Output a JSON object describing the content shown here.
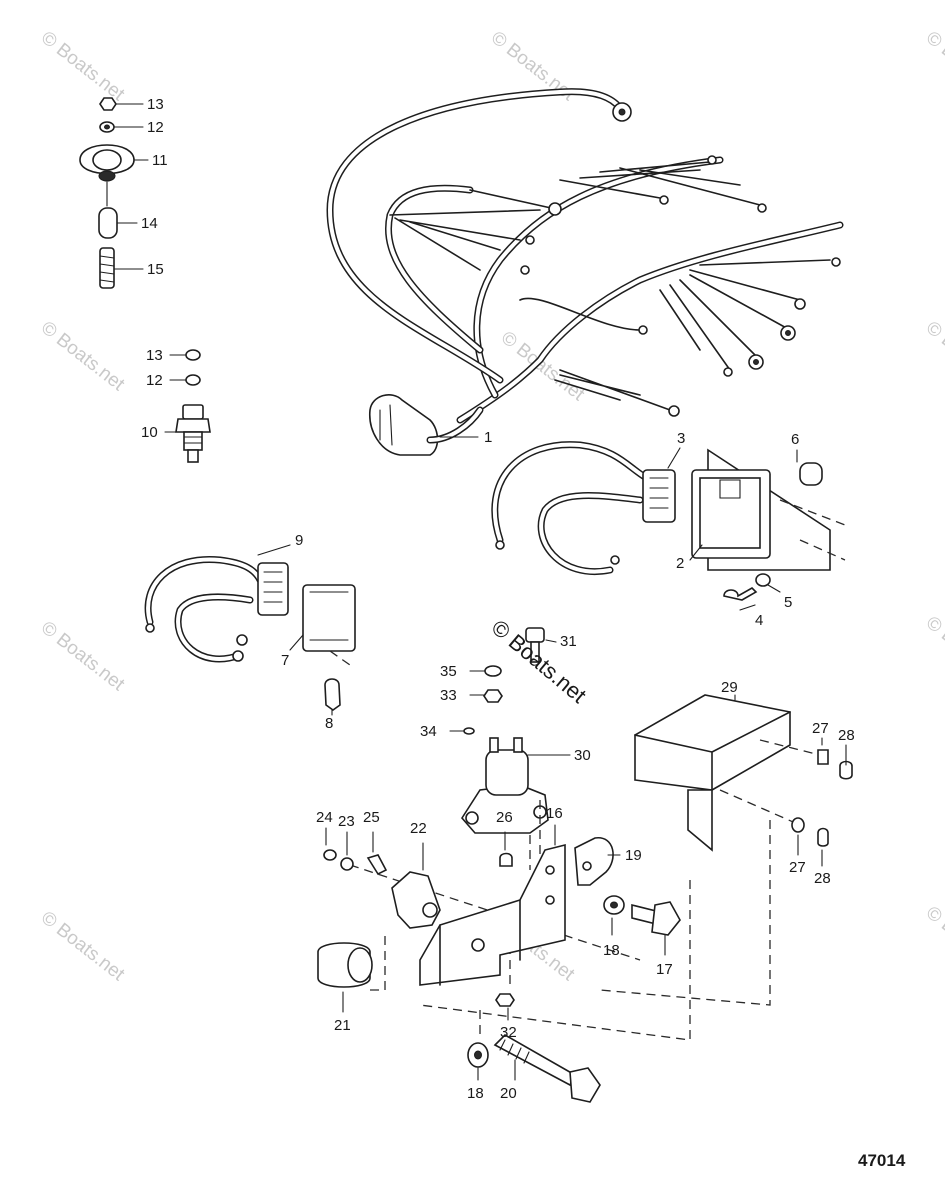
{
  "watermark": {
    "text": "© Boats.net"
  },
  "center_brand": {
    "text": "© Boats.net"
  },
  "diagram_number": "47014",
  "callouts": {
    "c1": "1",
    "c2": "2",
    "c3": "3",
    "c4": "4",
    "c5": "5",
    "c6": "6",
    "c7": "7",
    "c8": "8",
    "c9": "9",
    "c10": "10",
    "c11": "11",
    "c12a": "12",
    "c12b": "12",
    "c13a": "13",
    "c13b": "13",
    "c14": "14",
    "c15": "15",
    "c16": "16",
    "c17": "17",
    "c18a": "18",
    "c18b": "18",
    "c19": "19",
    "c20": "20",
    "c21": "21",
    "c22": "22",
    "c23": "23",
    "c24": "24",
    "c25": "25",
    "c26": "26",
    "c27a": "27",
    "c27b": "27",
    "c28a": "28",
    "c28b": "28",
    "c29": "29",
    "c30": "30",
    "c31": "31",
    "c32": "32",
    "c33": "33",
    "c34": "34",
    "c35": "35"
  }
}
